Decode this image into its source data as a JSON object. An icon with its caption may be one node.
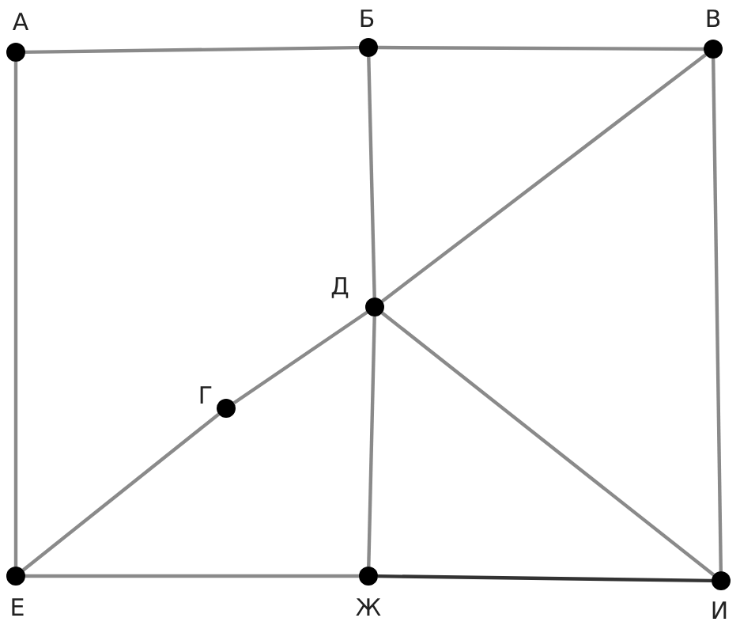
{
  "diagram": {
    "nodes": [
      {
        "text": [
          "А"
        ]
      },
      {
        "text": [
          "Б"
        ]
      },
      {
        "text": [
          "В"
        ]
      },
      {
        "text": [
          "Д"
        ]
      },
      {
        "text": [
          "Г"
        ]
      },
      {
        "text": [
          "Е"
        ]
      },
      {
        "text": [
          "Ж"
        ]
      },
      {
        "text": [
          "И"
        ]
      }
    ],
    "edges": [
      {
        "from": 0,
        "to": 1,
        "arrow": "none"
      },
      {
        "from": 1,
        "to": 2,
        "arrow": "none"
      },
      {
        "from": 0,
        "to": 5,
        "arrow": "none"
      },
      {
        "from": 1,
        "to": 3,
        "arrow": "none"
      },
      {
        "from": 2,
        "to": 3,
        "arrow": "none"
      },
      {
        "from": 2,
        "to": 7,
        "arrow": "none"
      },
      {
        "from": 3,
        "to": 4,
        "arrow": "none"
      },
      {
        "from": 4,
        "to": 5,
        "arrow": "none"
      },
      {
        "from": 3,
        "to": 6,
        "arrow": "none"
      },
      {
        "from": 3,
        "to": 7,
        "arrow": "none"
      },
      {
        "from": 5,
        "to": 6,
        "arrow": "none"
      },
      {
        "from": 6,
        "to": 7,
        "arrow": "none",
        "color": "#333333"
      }
    ]
  }
}
